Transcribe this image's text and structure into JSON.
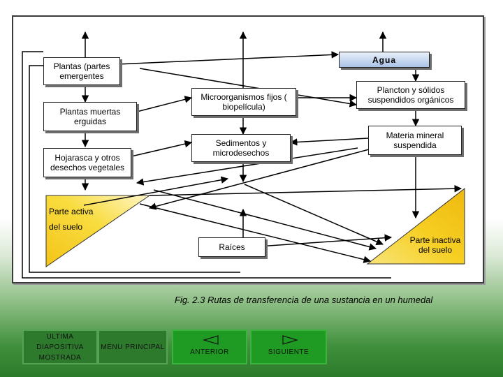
{
  "diagram": {
    "nodes": {
      "water": "Agua",
      "plants_emergent": "Plantas (partes emergentes",
      "dead_plants": "Plantas muertas erguidas",
      "litter": "Hojarasca y otros desechos vegetales",
      "microorganisms": "Microorganismos fijos ( biopelícula)",
      "plankton": "Plancton y sólidos suspendidos orgánicos",
      "sediments": "Sedimentos y microdesechos",
      "mineral": "Materia mineral suspendida",
      "active_soil_1": "Parte activa",
      "active_soil_2": "del suelo",
      "roots": "Raíces",
      "inactive_soil": "Parte inactiva del suelo"
    },
    "caption": "Fig. 2.3 Rutas de transferencia de una sustancia en un humedal",
    "colors": {
      "soil": "#f7d22a",
      "water_box": "#aac3e6",
      "frame": "#3a3a3a"
    }
  },
  "nav": {
    "last_slide": "ULTIMA DIAPOSITIVA MOSTRADA",
    "main_menu": "MENU PRINCIPAL",
    "previous": "ANTERIOR",
    "next": "SIGUIENTE",
    "previous_icon": "arrow-left-icon",
    "next_icon": "arrow-right-icon"
  }
}
